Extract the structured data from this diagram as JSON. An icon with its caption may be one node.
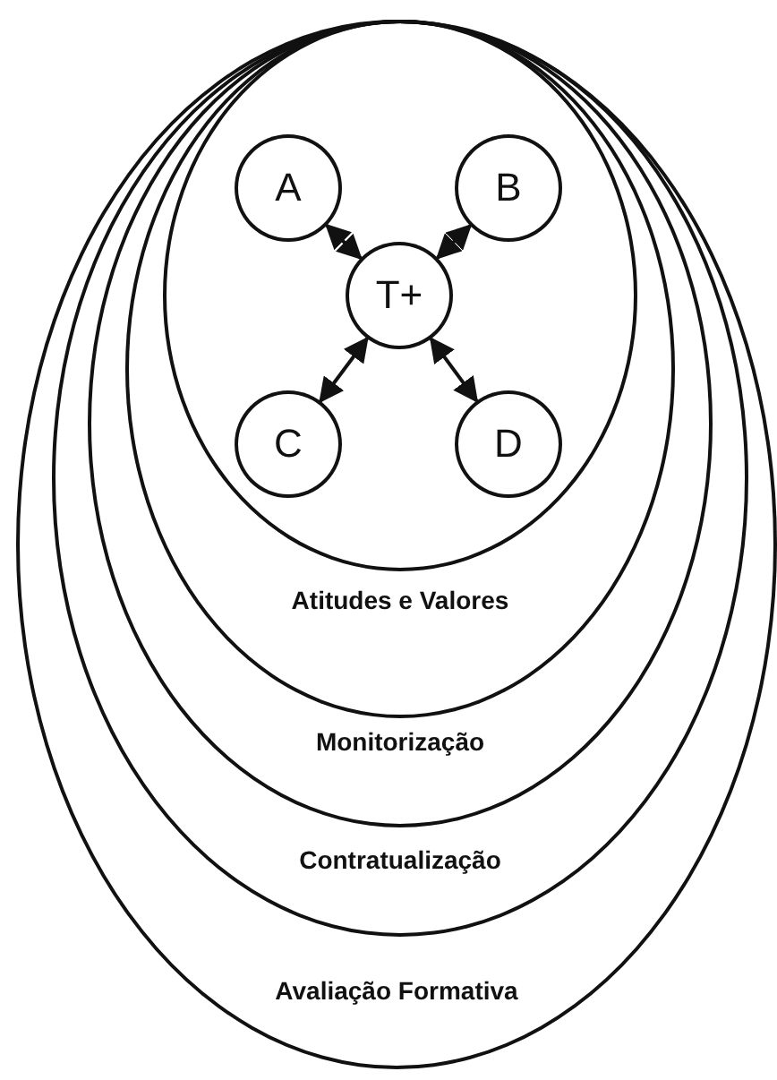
{
  "diagram": {
    "nodes": [
      {
        "text": [
          "Avaliação Formativa"
        ]
      },
      {
        "text": [
          "Contratualização"
        ],
        "in": 0
      },
      {
        "text": [
          "Monitorização"
        ],
        "in": 1
      },
      {
        "text": [
          "Atitudes e Valores"
        ],
        "in": 2
      },
      {
        "text": [],
        "shape": "ellipse",
        "in": 3
      },
      {
        "text": [
          "A"
        ],
        "in": 4
      },
      {
        "text": [
          "B"
        ],
        "in": 4
      },
      {
        "text": [
          "T+"
        ],
        "in": 4
      },
      {
        "text": [
          "C"
        ],
        "in": 4
      },
      {
        "text": [
          "D"
        ],
        "in": 4
      }
    ],
    "edges": [
      {
        "from": 7,
        "to": 5,
        "arrow": "both"
      },
      {
        "from": 7,
        "to": 6,
        "arrow": "both"
      },
      {
        "from": 7,
        "to": 8,
        "arrow": "both"
      },
      {
        "from": 7,
        "to": 9,
        "arrow": "both"
      }
    ]
  }
}
